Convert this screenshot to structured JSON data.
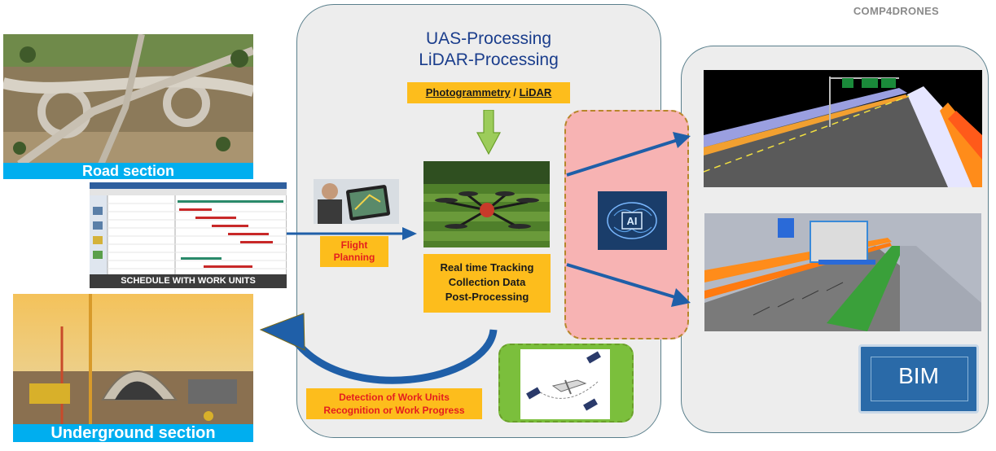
{
  "brand": "COMP4DRONES",
  "titles": {
    "line1": "UAS-Processing",
    "line2": "LiDAR-Processing"
  },
  "photogrammetry": {
    "text1": "Photogrammetry",
    "sep": " / ",
    "text2": "LiDAR"
  },
  "flight_planning": {
    "line1": "Flight",
    "line2": "Planning"
  },
  "tracking": {
    "line1": "Real time Tracking",
    "line2": "Collection Data",
    "line3": "Post-Processing"
  },
  "detection": {
    "line1": "Detection of Work Units",
    "line2": "Recognition or Work Progress"
  },
  "road_section": "Road section",
  "schedule": "SCHEDULE WITH WORK UNITS",
  "underground_section": "Underground section",
  "ai_label": "AI",
  "bim_label": "BIM",
  "colors": {
    "accent_blue": "#00aeef",
    "arrow_blue": "#1f5fa8",
    "orange": "#fdbd1c",
    "title_blue": "#1a3d8c",
    "ai_pink": "#f7b3b3",
    "sat_green": "#7bbf3c"
  }
}
